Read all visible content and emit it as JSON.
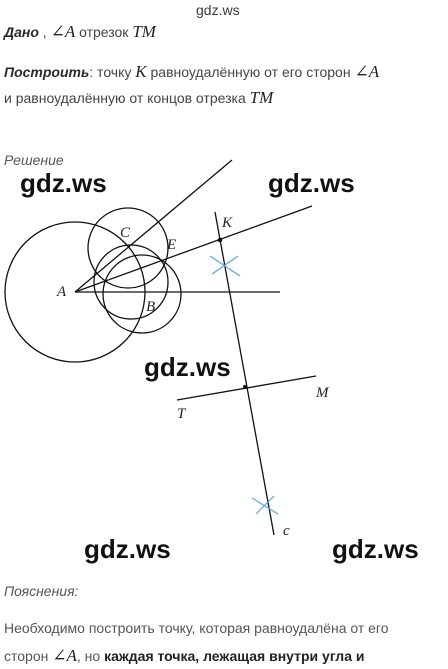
{
  "watermark_top": "gdz.ws",
  "given": {
    "label": "Дано",
    "angle": "∠A",
    "sep": " , ",
    "mid_text": " отрезок ",
    "segment": "TM"
  },
  "construct": {
    "label": "Построить",
    "text1": ": точку ",
    "point": "K",
    "text2": "  равноудалённую от его сторон ",
    "angle": "∠A",
    "line2_text": "и равноудалённую от концов отрезка ",
    "segment": "TM"
  },
  "solution_heading": "Решение",
  "watermarks": [
    "gdz.ws",
    "gdz.ws",
    "gdz.ws",
    "gdz.ws",
    "gdz.ws"
  ],
  "figure_labels": {
    "A": "A",
    "B": "B",
    "C": "C",
    "E": "E",
    "K": "K",
    "T": "T",
    "M": "M",
    "c": "c"
  },
  "explanations_heading": "Пояснения:",
  "explanation": {
    "line1": "Необходимо построить точку, которая равноудалёна от его",
    "line2_start": "сторон ",
    "line2_angle": "∠A",
    "line2_mid": ", но ",
    "line2_bold": "каждая точка, лежащая внутри угла и"
  }
}
